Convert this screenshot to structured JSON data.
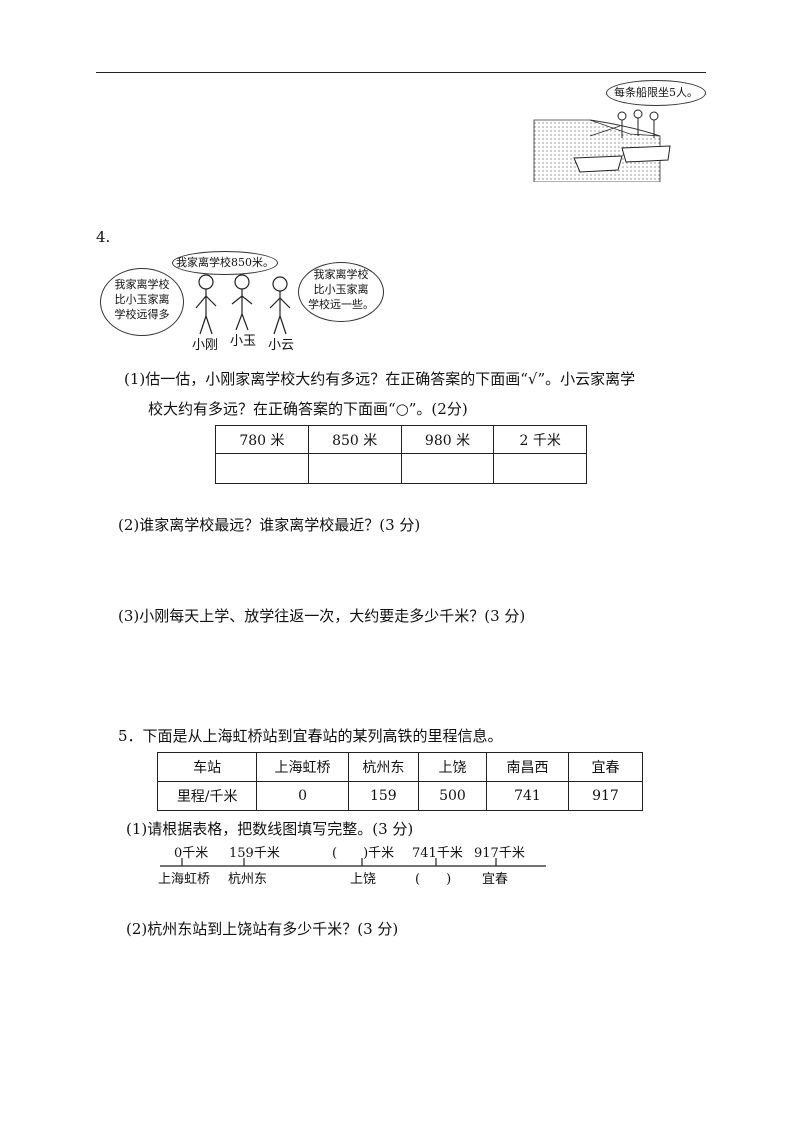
{
  "boat_scene": {
    "bubble": "每条船限坐5人。"
  },
  "q4": {
    "number": "4.",
    "bubbles": {
      "left": [
        "我家离学校",
        "比小玉家离",
        "学校远得多"
      ],
      "middle": "我家离学校850米。",
      "right": [
        "我家离学校",
        "比小玉家离",
        "学校远一些。"
      ]
    },
    "names": [
      "小刚",
      "小玉",
      "小云"
    ],
    "part1_line1": "(1)估一估，小刚家离学校大约有多远？在正确答案的下面画“√”。小云家离学",
    "part1_line2": "校大约有多远？在正确答案的下面画“○”。(2分)",
    "options": [
      "780 米",
      "850 米",
      "980 米",
      "2 千米"
    ],
    "part2": "(2)谁家离学校最远？谁家离学校最近？(3 分)",
    "part3": "(3)小刚每天上学、放学往返一次，大约要走多少千米？(3 分)"
  },
  "q5": {
    "intro": "5．下面是从上海虹桥站到宜春站的某列高铁的里程信息。",
    "table": {
      "header_label": "车站",
      "row_label": "里程/千米",
      "stations": [
        "上海虹桥",
        "杭州东",
        "上饶",
        "南昌西",
        "宜春"
      ],
      "distances": [
        "0",
        "159",
        "500",
        "741",
        "917"
      ]
    },
    "part1": "(1)请根据表格，把数线图填写完整。(3 分)",
    "numberline": {
      "top_labels": [
        "0千米",
        "159千米",
        "(　　)千米",
        "741千米",
        "917千米"
      ],
      "bottom_labels": [
        "上海虹桥",
        "杭州东",
        "上饶",
        "(　　)",
        "宜春"
      ]
    },
    "part2": "(2)杭州东站到上饶站有多少千米？(3 分)"
  }
}
